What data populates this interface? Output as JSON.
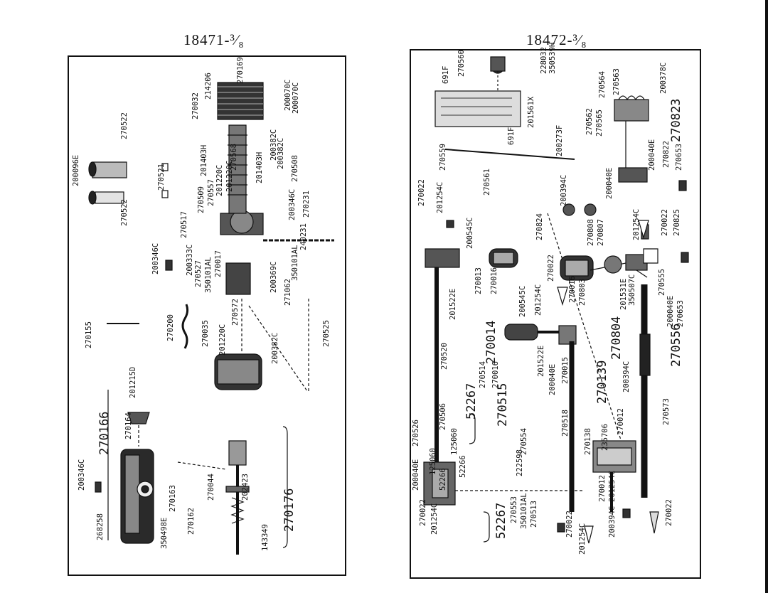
{
  "titles": {
    "left": "18471-³⁄₈",
    "right": "18472-³⁄₈"
  },
  "left_plate": {
    "labels": [
      "200096E",
      "270522",
      "270521",
      "270522",
      "270155",
      "200346C",
      "270166",
      "270164",
      "201215D",
      "200346C",
      "268258",
      "350498E",
      "270163",
      "270162",
      "270044",
      "202423",
      "143349",
      "270176",
      "270200",
      "270035",
      "201220C",
      "270572",
      "200382C",
      "270525",
      "271062",
      "350101AL",
      "200369C",
      "200333C",
      "270527",
      "350101AL",
      "270017",
      "270517",
      "270509",
      "270557",
      "201220C",
      "201220C",
      "270568",
      "201403H",
      "270032",
      "214206",
      "270169",
      "200070C",
      "200070C",
      "200382C",
      "200382C",
      "201403H",
      "270508",
      "200346C",
      "270231",
      "240231"
    ]
  },
  "right_plate": {
    "labels": [
      "270022",
      "201254C",
      "200545C",
      "270561",
      "270559",
      "691F",
      "270560",
      "201561X",
      "228032",
      "350539H",
      "691F",
      "270564",
      "270563",
      "200378C",
      "270823",
      "270562",
      "270565",
      "200273F",
      "200040E",
      "270822",
      "270653",
      "200394C",
      "270824",
      "270808",
      "270807",
      "201254C",
      "270022",
      "270825",
      "200040E",
      "201522E",
      "270013",
      "270016",
      "270014",
      "270022",
      "200545C",
      "201254C",
      "270016",
      "270803",
      "270804",
      "201531E",
      "350507C",
      "270555",
      "200040E",
      "270653",
      "270556",
      "270520",
      "270514",
      "270016",
      "201522E",
      "200040E",
      "270015",
      "270139",
      "200394C",
      "270573",
      "52267",
      "270515",
      "270506",
      "125060",
      "52266",
      "270526",
      "200040E",
      "270022",
      "201254C",
      "125060",
      "52266",
      "52267",
      "270553",
      "350101AL",
      "270513",
      "222598",
      "270554",
      "270518",
      "270138",
      "235706",
      "270012",
      "270012",
      "201254C",
      "270022",
      "201254C",
      "200394C",
      "270022"
    ]
  }
}
